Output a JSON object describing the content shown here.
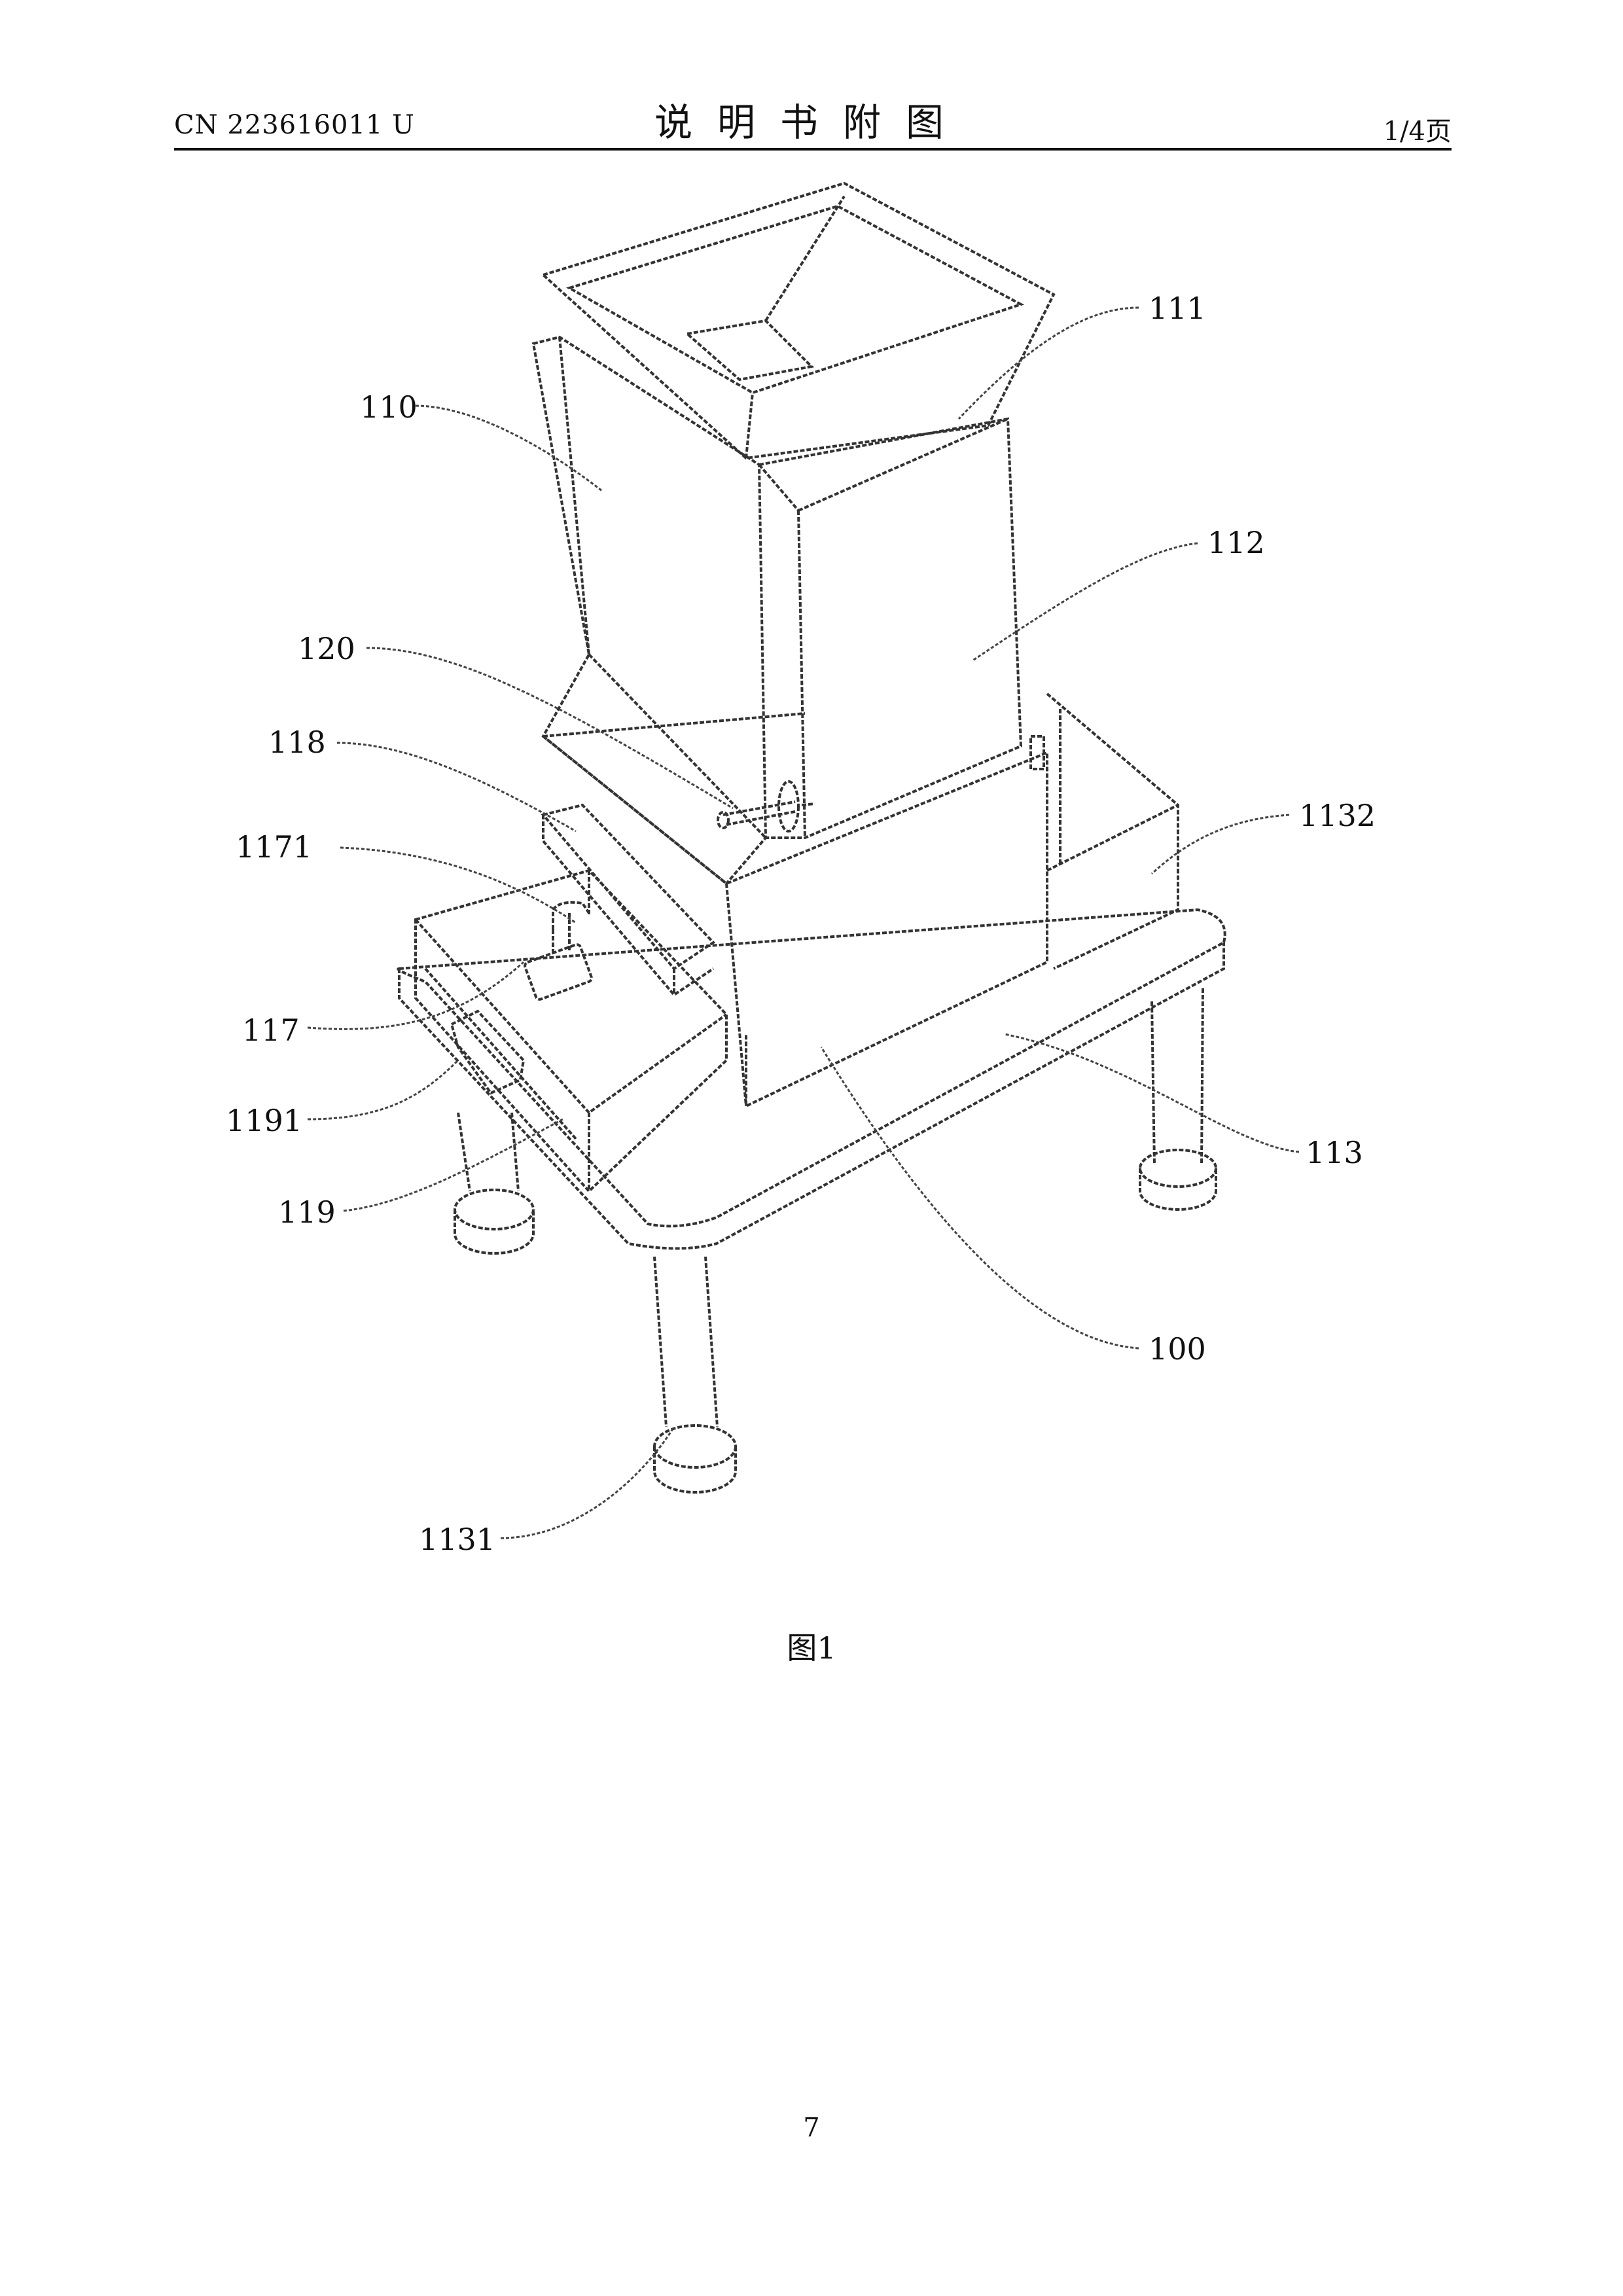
{
  "header": {
    "patent_number": "CN 223616011 U",
    "title": "说明书附图",
    "page_range": "1/4页"
  },
  "figure": {
    "caption": "图1",
    "reference_numerals": {
      "r110": "110",
      "r111": "111",
      "r112": "112",
      "r120": "120",
      "r118": "118",
      "r1171": "1171",
      "r1132": "1132",
      "r117": "117",
      "r1191": "1191",
      "r113": "113",
      "r119": "119",
      "r100": "100",
      "r1131": "1131"
    }
  },
  "footer": {
    "page_number": "7"
  }
}
